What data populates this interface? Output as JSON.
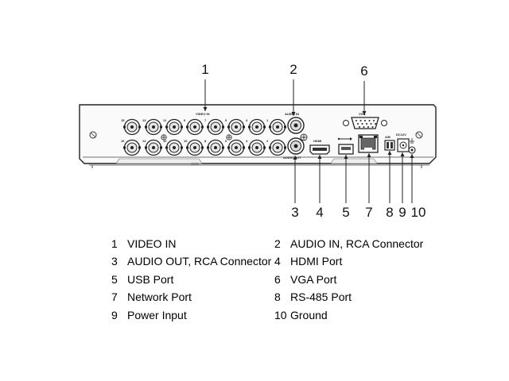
{
  "callouts": [
    {
      "num": "1"
    },
    {
      "num": "2"
    },
    {
      "num": "6"
    },
    {
      "num": "3"
    },
    {
      "num": "4"
    },
    {
      "num": "5"
    },
    {
      "num": "7"
    },
    {
      "num": "8"
    },
    {
      "num": "9"
    },
    {
      "num": "10"
    }
  ],
  "panel_labels": {
    "video_in": "VIDEO IN",
    "audio_in": "AUDIO IN",
    "audio_out": "AUDIO OUT",
    "vga": "VGA",
    "hdmi": "HDMI",
    "ab": "A/B",
    "power": "DC12V",
    "bnc_top": [
      "15",
      "13",
      "11",
      "9",
      "7",
      "5",
      "3",
      "1"
    ],
    "bnc_bottom": [
      "16",
      "14",
      "12",
      "10",
      "8",
      "6",
      "4",
      "2"
    ]
  },
  "legend": [
    {
      "num": "1",
      "text": "VIDEO IN"
    },
    {
      "num": "2",
      "text": "AUDIO IN, RCA Connector"
    },
    {
      "num": "3",
      "text": "AUDIO OUT, RCA Connector"
    },
    {
      "num": "4",
      "text": "HDMI Port"
    },
    {
      "num": "5",
      "text": "USB Port"
    },
    {
      "num": "6",
      "text": "VGA Port"
    },
    {
      "num": "7",
      "text": "Network Port"
    },
    {
      "num": "8",
      "text": "RS-485 Port"
    },
    {
      "num": "9",
      "text": "Power Input"
    },
    {
      "num": "10",
      "text": "Ground"
    }
  ]
}
